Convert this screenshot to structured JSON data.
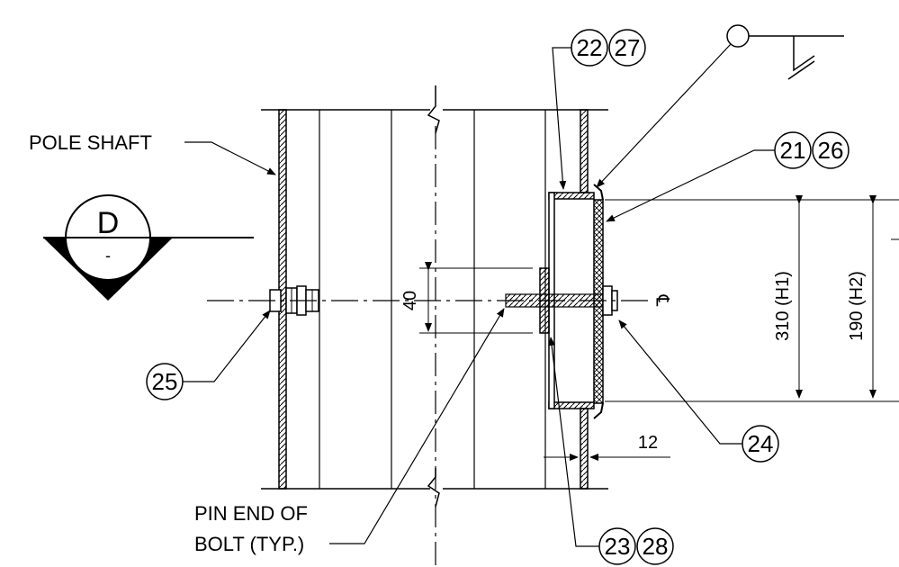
{
  "labels": {
    "pole_shaft": "POLE SHAFT",
    "pin_end_line1": "PIN END OF",
    "pin_end_line2": "BOLT (TYP.)"
  },
  "section_marker": {
    "letter": "D",
    "sub": "-"
  },
  "balloons": {
    "b21": "21",
    "b22": "22",
    "b23": "23",
    "b24": "24",
    "b25": "25",
    "b26": "26",
    "b27": "27",
    "b28": "28"
  },
  "dimensions": {
    "d40": "40",
    "d12": "12",
    "h1": "310 (H1)",
    "h2": "190 (H2)"
  },
  "centerline_symbol": "℄"
}
